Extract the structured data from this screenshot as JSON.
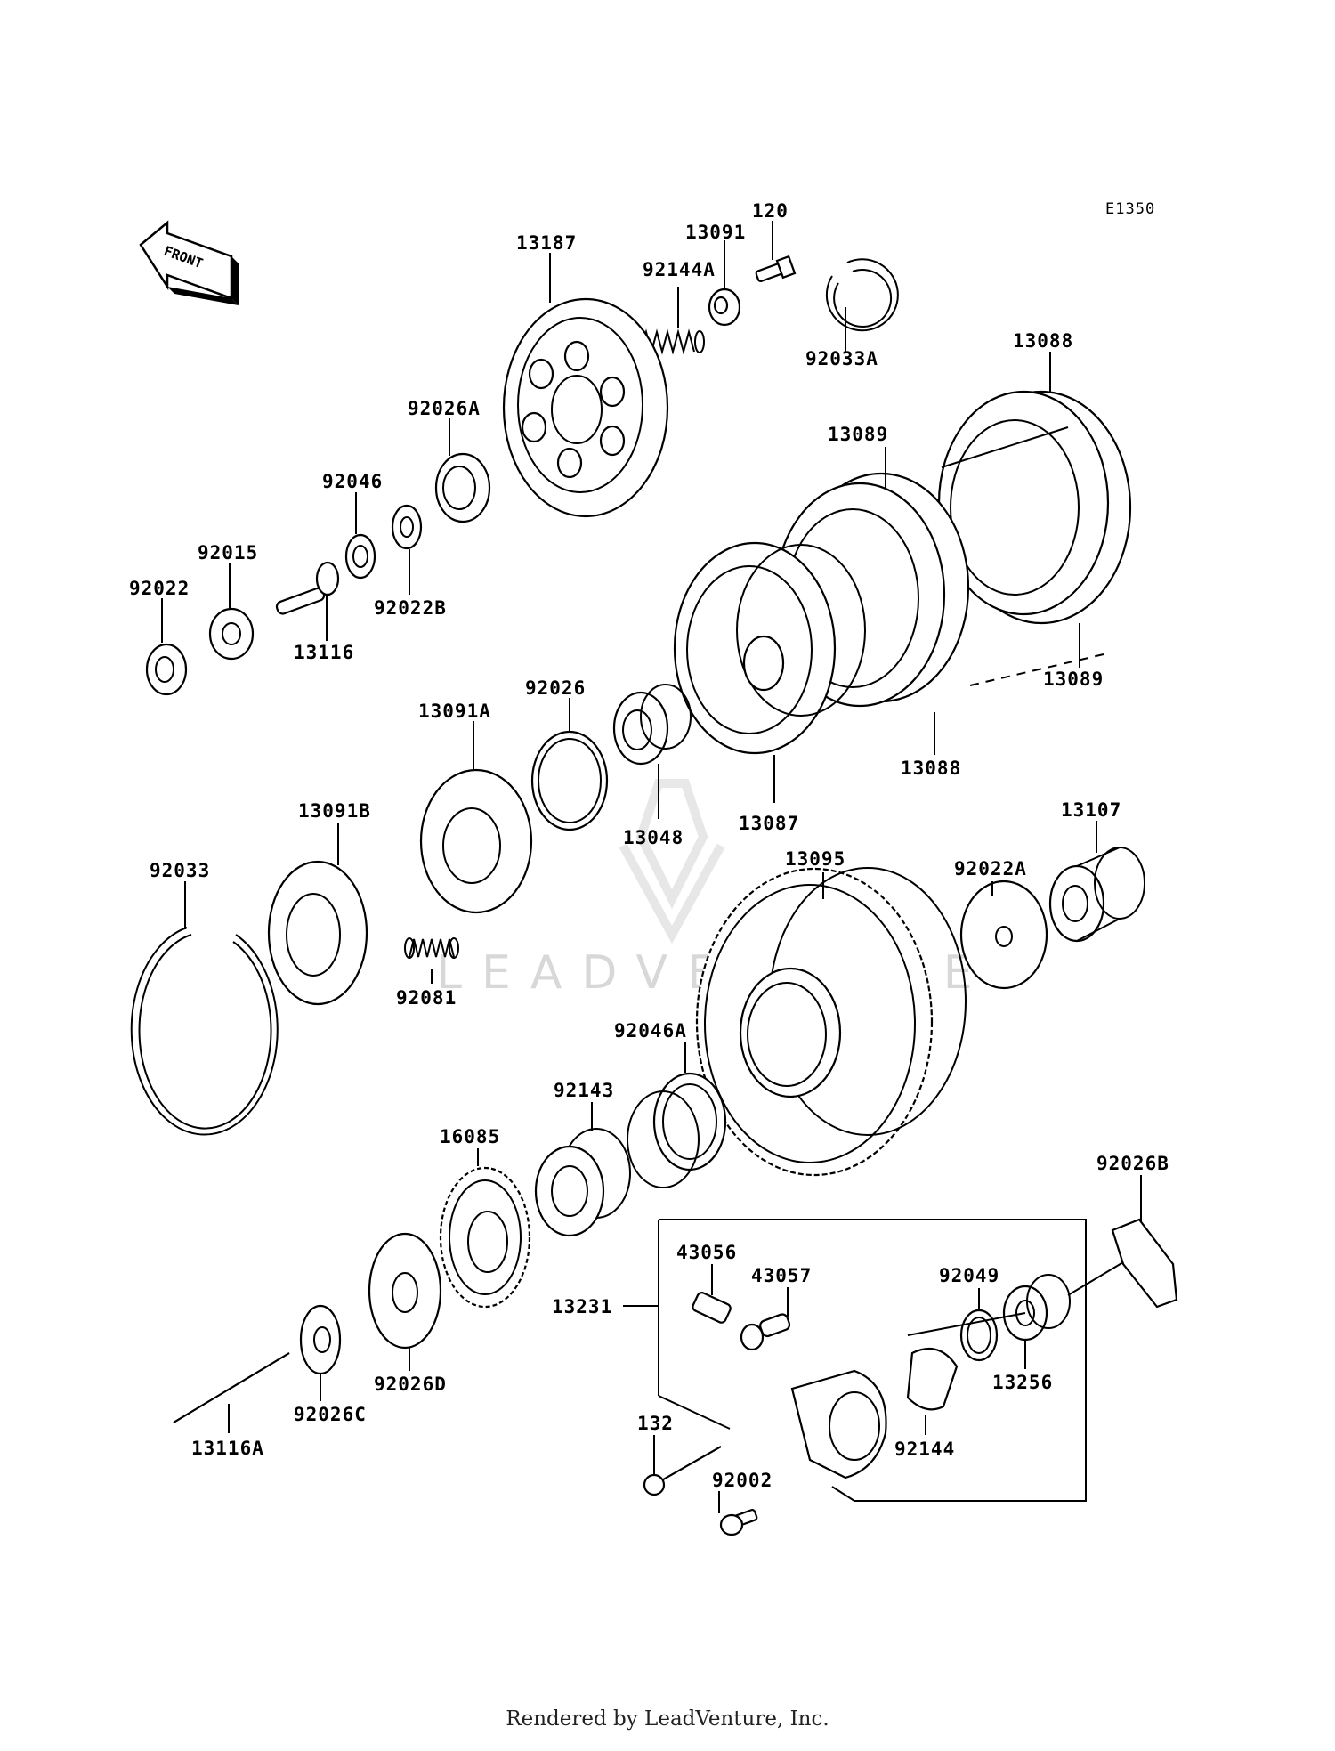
{
  "diagram_code": "E1350",
  "front_label": "FRONT",
  "watermark": "LEADVENTURE",
  "footer": "Rendered by LeadVenture, Inc.",
  "parts": [
    {
      "id": "p120",
      "label": "120"
    },
    {
      "id": "p13091",
      "label": "13091"
    },
    {
      "id": "p92144A",
      "label": "92144A"
    },
    {
      "id": "p13187",
      "label": "13187"
    },
    {
      "id": "p92033A",
      "label": "92033A"
    },
    {
      "id": "p13088a",
      "label": "13088"
    },
    {
      "id": "p13089a",
      "label": "13089"
    },
    {
      "id": "p92026A",
      "label": "92026A"
    },
    {
      "id": "p92046",
      "label": "92046"
    },
    {
      "id": "p92015",
      "label": "92015"
    },
    {
      "id": "p92022",
      "label": "92022"
    },
    {
      "id": "p92022B",
      "label": "92022B"
    },
    {
      "id": "p13116",
      "label": "13116"
    },
    {
      "id": "p13089b",
      "label": "13089"
    },
    {
      "id": "p13091A",
      "label": "13091A"
    },
    {
      "id": "p92026",
      "label": "92026"
    },
    {
      "id": "p13048",
      "label": "13048"
    },
    {
      "id": "p13087",
      "label": "13087"
    },
    {
      "id": "p13088b",
      "label": "13088"
    },
    {
      "id": "p13091B",
      "label": "13091B"
    },
    {
      "id": "p13107",
      "label": "13107"
    },
    {
      "id": "p92022A",
      "label": "92022A"
    },
    {
      "id": "p13095",
      "label": "13095"
    },
    {
      "id": "p92033",
      "label": "92033"
    },
    {
      "id": "p92081",
      "label": "92081"
    },
    {
      "id": "p92046A",
      "label": "92046A"
    },
    {
      "id": "p92143",
      "label": "92143"
    },
    {
      "id": "p16085",
      "label": "16085"
    },
    {
      "id": "p92026B",
      "label": "92026B"
    },
    {
      "id": "p43056",
      "label": "43056"
    },
    {
      "id": "p43057",
      "label": "43057"
    },
    {
      "id": "p92049",
      "label": "92049"
    },
    {
      "id": "p13231",
      "label": "13231"
    },
    {
      "id": "p13256",
      "label": "13256"
    },
    {
      "id": "p92026D",
      "label": "92026D"
    },
    {
      "id": "p92026C",
      "label": "92026C"
    },
    {
      "id": "p132",
      "label": "132"
    },
    {
      "id": "p92144",
      "label": "92144"
    },
    {
      "id": "p92002",
      "label": "92002"
    },
    {
      "id": "p13116A",
      "label": "13116A"
    }
  ]
}
